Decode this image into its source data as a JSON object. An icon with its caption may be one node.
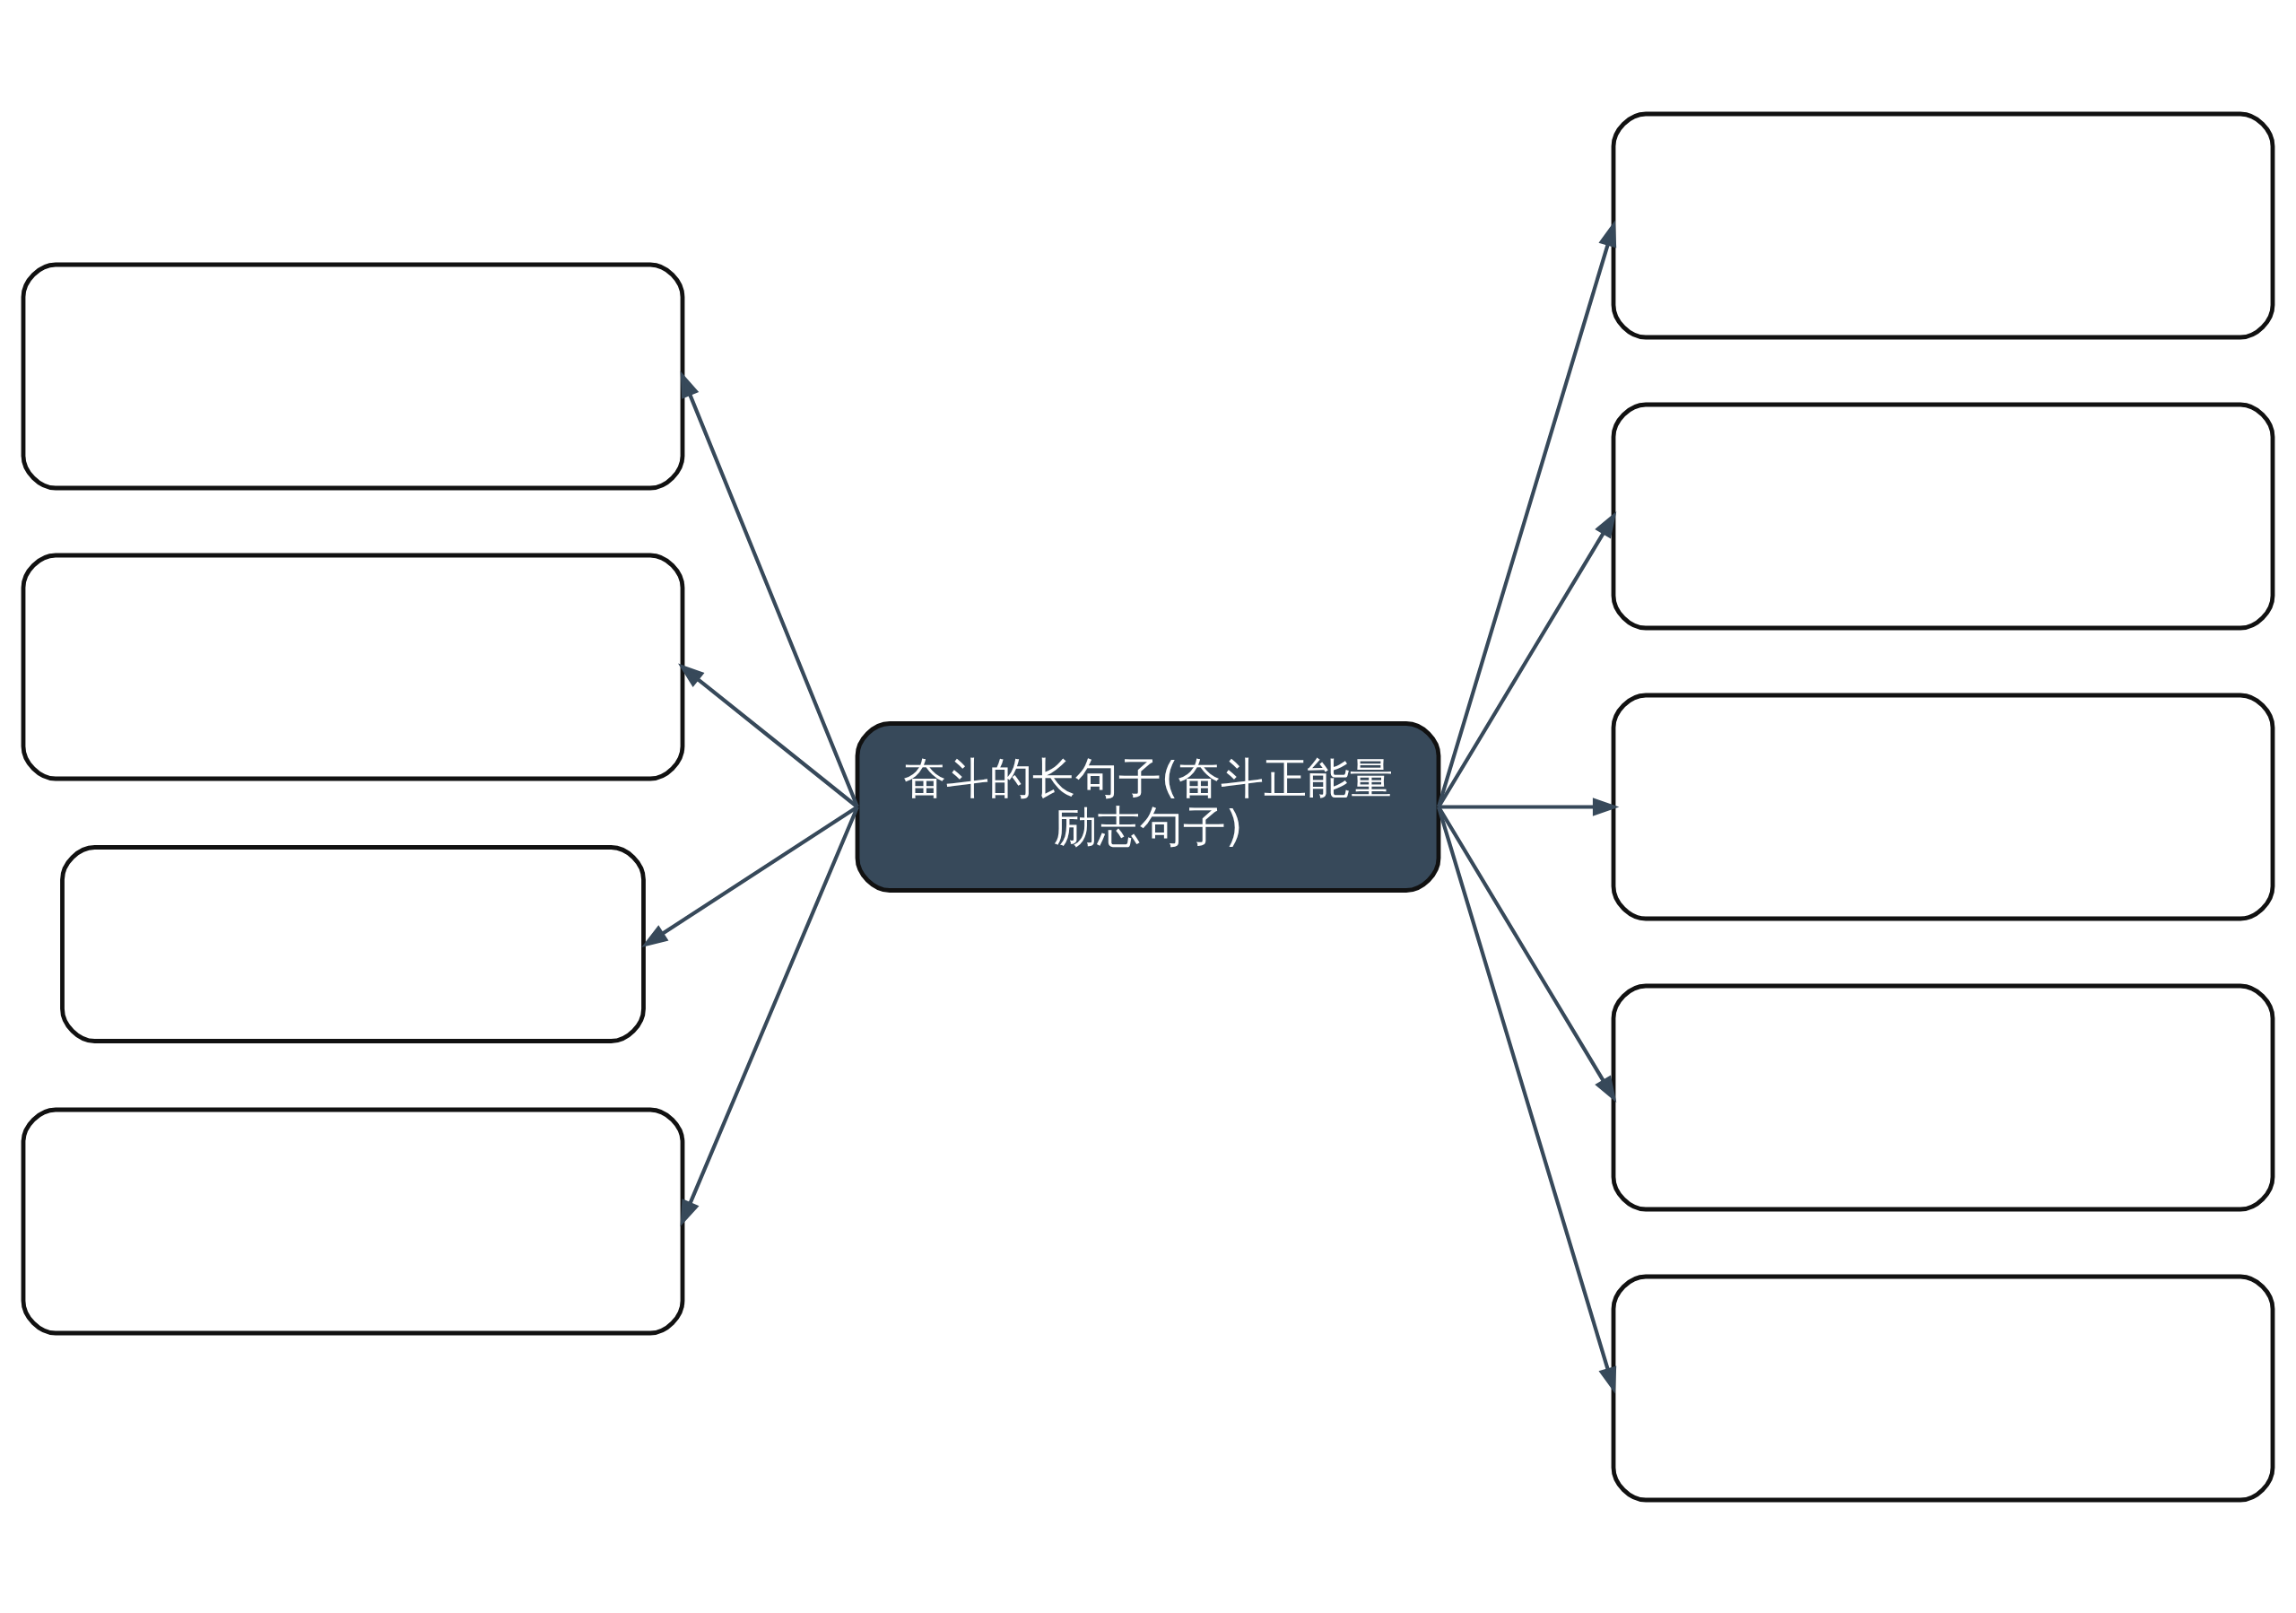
{
  "diagram": {
    "nodes": [
      {
        "text": [
          "奋斗的长句子(奋斗正能量励志句子)"
        ]
      },
      {
        "text": [],
        "shape": "box"
      },
      {
        "text": [],
        "shape": "box"
      },
      {
        "text": [],
        "shape": "box"
      },
      {
        "text": [],
        "shape": "box"
      },
      {
        "text": [],
        "shape": "box"
      },
      {
        "text": [],
        "shape": "box"
      },
      {
        "text": [],
        "shape": "box"
      },
      {
        "text": [],
        "shape": "box"
      },
      {
        "text": [],
        "shape": "box"
      }
    ],
    "edges": [
      {
        "from": 0,
        "to": 1,
        "arrow": "to"
      },
      {
        "from": 0,
        "to": 2,
        "arrow": "to"
      },
      {
        "from": 0,
        "to": 3,
        "arrow": "to"
      },
      {
        "from": 0,
        "to": 4,
        "arrow": "to"
      },
      {
        "from": 0,
        "to": 5,
        "arrow": "to"
      },
      {
        "from": 0,
        "to": 6,
        "arrow": "to"
      },
      {
        "from": 0,
        "to": 7,
        "arrow": "to"
      },
      {
        "from": 0,
        "to": 8,
        "arrow": "to"
      },
      {
        "from": 0,
        "to": 9,
        "arrow": "to"
      }
    ]
  }
}
